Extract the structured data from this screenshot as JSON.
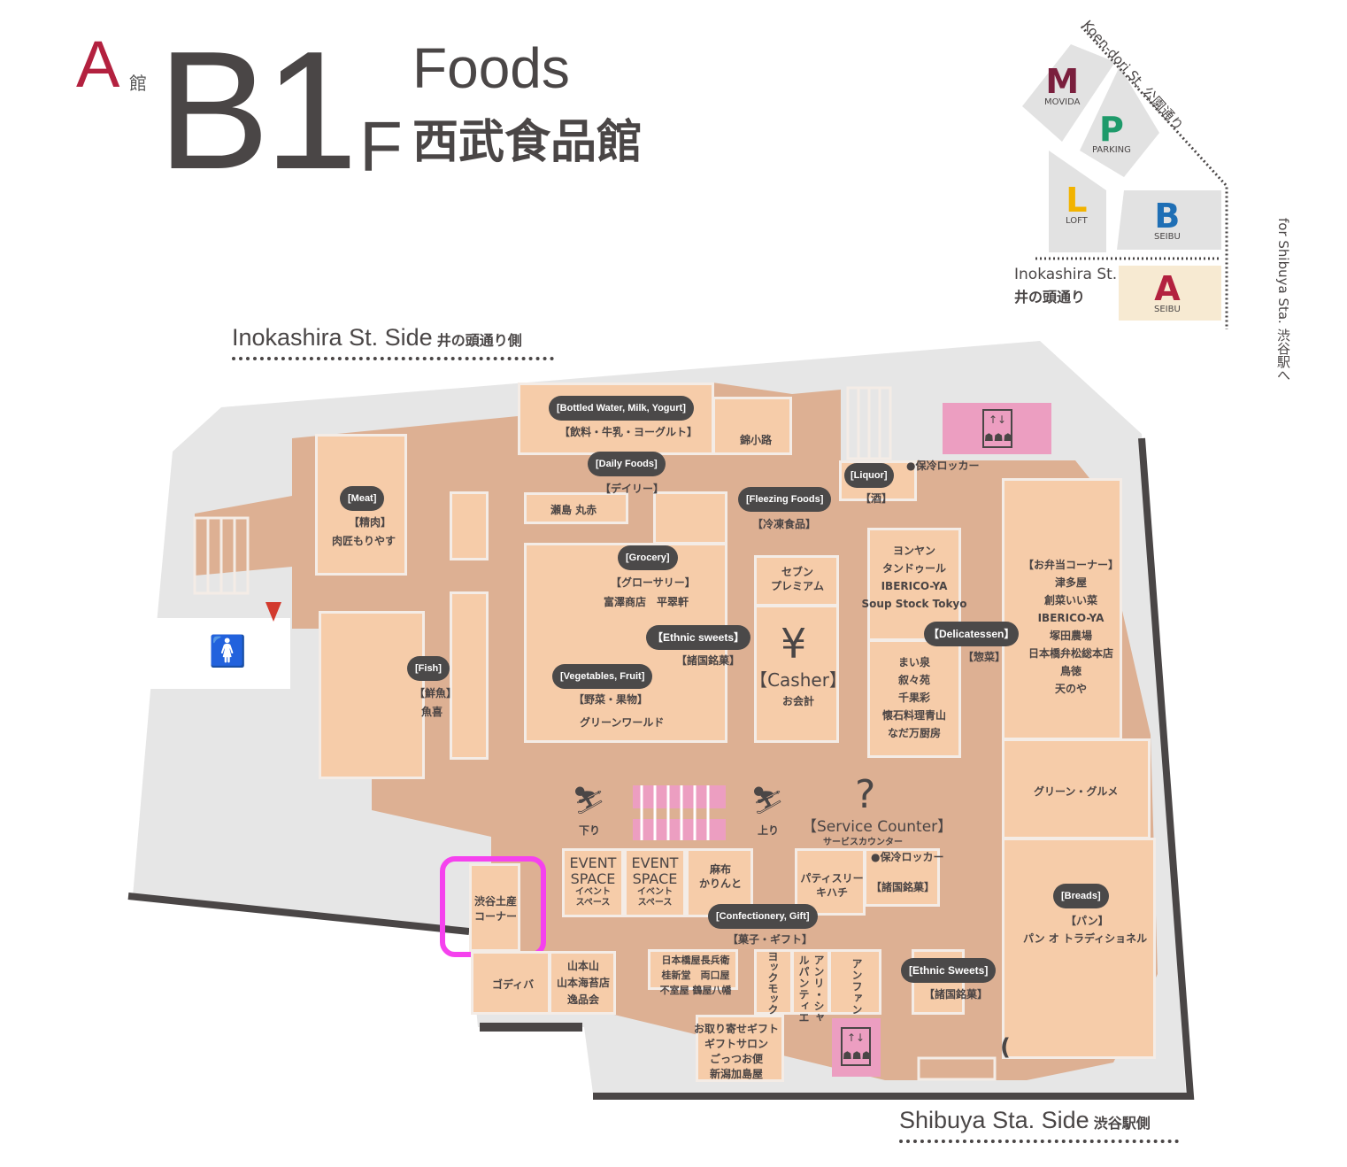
{
  "header": {
    "building_letter": "A",
    "building_kanji": "館",
    "floor_main": "B1",
    "floor_suffix": "F",
    "title_en": "Foods",
    "title_jp": "西武食品館"
  },
  "minimap": {
    "street_top": "Koen-dori St.  公園通り",
    "street_left_en": "Inokashira St.",
    "street_left_jp": "井の頭通り",
    "street_right": "for Shibuya Sta. 渋谷駅へ",
    "buildings": [
      {
        "letter": "M",
        "name": "MOVIDA",
        "color": "#7a1f3d"
      },
      {
        "letter": "P",
        "name": "PARKING",
        "color": "#1e9a6a"
      },
      {
        "letter": "L",
        "name": "LOFT",
        "color": "#f2b300"
      },
      {
        "letter": "B",
        "name": "SEIBU",
        "color": "#1f6fb5"
      },
      {
        "letter": "A",
        "name": "SEIBU",
        "color": "#b3213f"
      }
    ]
  },
  "sides": {
    "top_en": "Inokashira St. Side",
    "top_jp": "井の頭通り側",
    "bottom_en": "Shibuya Sta. Side",
    "bottom_jp": "渋谷駅側"
  },
  "categories": {
    "bottled": {
      "en": "[Bottled Water, Milk, Yogurt]",
      "jp": "【飲料・牛乳・ヨーグルト】"
    },
    "daily": {
      "en": "[Daily Foods]",
      "jp": "【デイリー】"
    },
    "meat": {
      "en": "[Meat]",
      "jp": "【精肉】"
    },
    "freezing": {
      "en": "[Fleezing Foods]",
      "jp": "【冷凍食品】"
    },
    "liquor": {
      "en": "[Liquor]",
      "jp": "【酒】"
    },
    "grocery": {
      "en": "[Grocery]",
      "jp": "【グローサリー】"
    },
    "ethnic1": {
      "en": "【Ethnic sweets】",
      "jp": "【諸国銘菓】"
    },
    "veg": {
      "en": "[Vegetables, Fruit]",
      "jp": "【野菜・果物】"
    },
    "fish": {
      "en": "[Fish]",
      "jp": "【鮮魚】"
    },
    "deli": {
      "en": "【Delicatessen】",
      "jp": "【惣菜】"
    },
    "casher": {
      "en": "【Casher】",
      "jp": "お会計"
    },
    "confect": {
      "en": "[Confectionery, Gift]",
      "jp": "【菓子・ギフト】"
    },
    "breads": {
      "en": "[Breads]",
      "jp": "【パン】"
    },
    "ethnic2": {
      "en": "[Ethnic Sweets]",
      "jp": "【諸国銘菓】"
    },
    "service": {
      "en": "【Service Counter】",
      "jp": "サービスカウンター"
    }
  },
  "shops": {
    "nishiki": "錦小路",
    "meat_shop": "肉匠もりやす",
    "kamaboko": "瀬島 丸赤",
    "grocery_shops": "富澤商店　平翠軒",
    "veg_shop": "グリーンワールド",
    "fish_shop": "魚喜",
    "seven": [
      "セブン",
      "プレミアム"
    ],
    "deli_a": [
      "ヨンヤン",
      "タンドゥール",
      "IBERICO-YA",
      "Soup Stock Tokyo"
    ],
    "deli_b": [
      "まい泉",
      "叙々苑",
      "千果彩",
      "懐石料理青山",
      "なだ万厨房"
    ],
    "bento": [
      "【お弁当コーナー】",
      "津多屋",
      "創菜いい菜",
      "IBERICO-YA",
      "塚田農場",
      "日本橋弁松総本店",
      "鳥徳",
      "天のや"
    ],
    "green_gourmet": "グリーン・グルメ",
    "bread_shop": "パン オ トラディショネル",
    "shibuya": [
      "渋谷土産",
      "コーナー"
    ],
    "event1": [
      "EVENT",
      "SPACE",
      "イベント",
      "スペース"
    ],
    "event2": [
      "EVENT",
      "SPACE",
      "イベント",
      "スペース"
    ],
    "karinto": [
      "麻布",
      "かりんと"
    ],
    "patisserie": [
      "パティスリー",
      "キハチ"
    ],
    "ethnic_small": "【諸国銘菓】",
    "godiva": "ゴディバ",
    "yamamoto": [
      "山本山",
      "山本海苔店",
      "逸品会"
    ],
    "nihonbashi": [
      "日本橋屋長兵衛",
      "桂新堂　両口屋",
      "不室屋 鶴屋八幡"
    ],
    "yokumoku": "ヨックモック",
    "henri": "アンリ・シャルパンティエ",
    "anfan": "アンファン",
    "gift_salon": [
      "お取り寄せギフト",
      "ギフトサロン",
      "ごっつお便",
      "新潟加島屋"
    ]
  },
  "facilities": {
    "locker1": "●保冷ロッカー",
    "locker2": "●保冷ロッカー",
    "down": "下り",
    "up": "上り"
  },
  "colors": {
    "shop": "#f6cca9",
    "corridor": "#ddb093",
    "floor": "#e6e6e6",
    "pill": "#4b4949",
    "elevator": "#ec9ec1",
    "highlight": "#f542ee"
  }
}
